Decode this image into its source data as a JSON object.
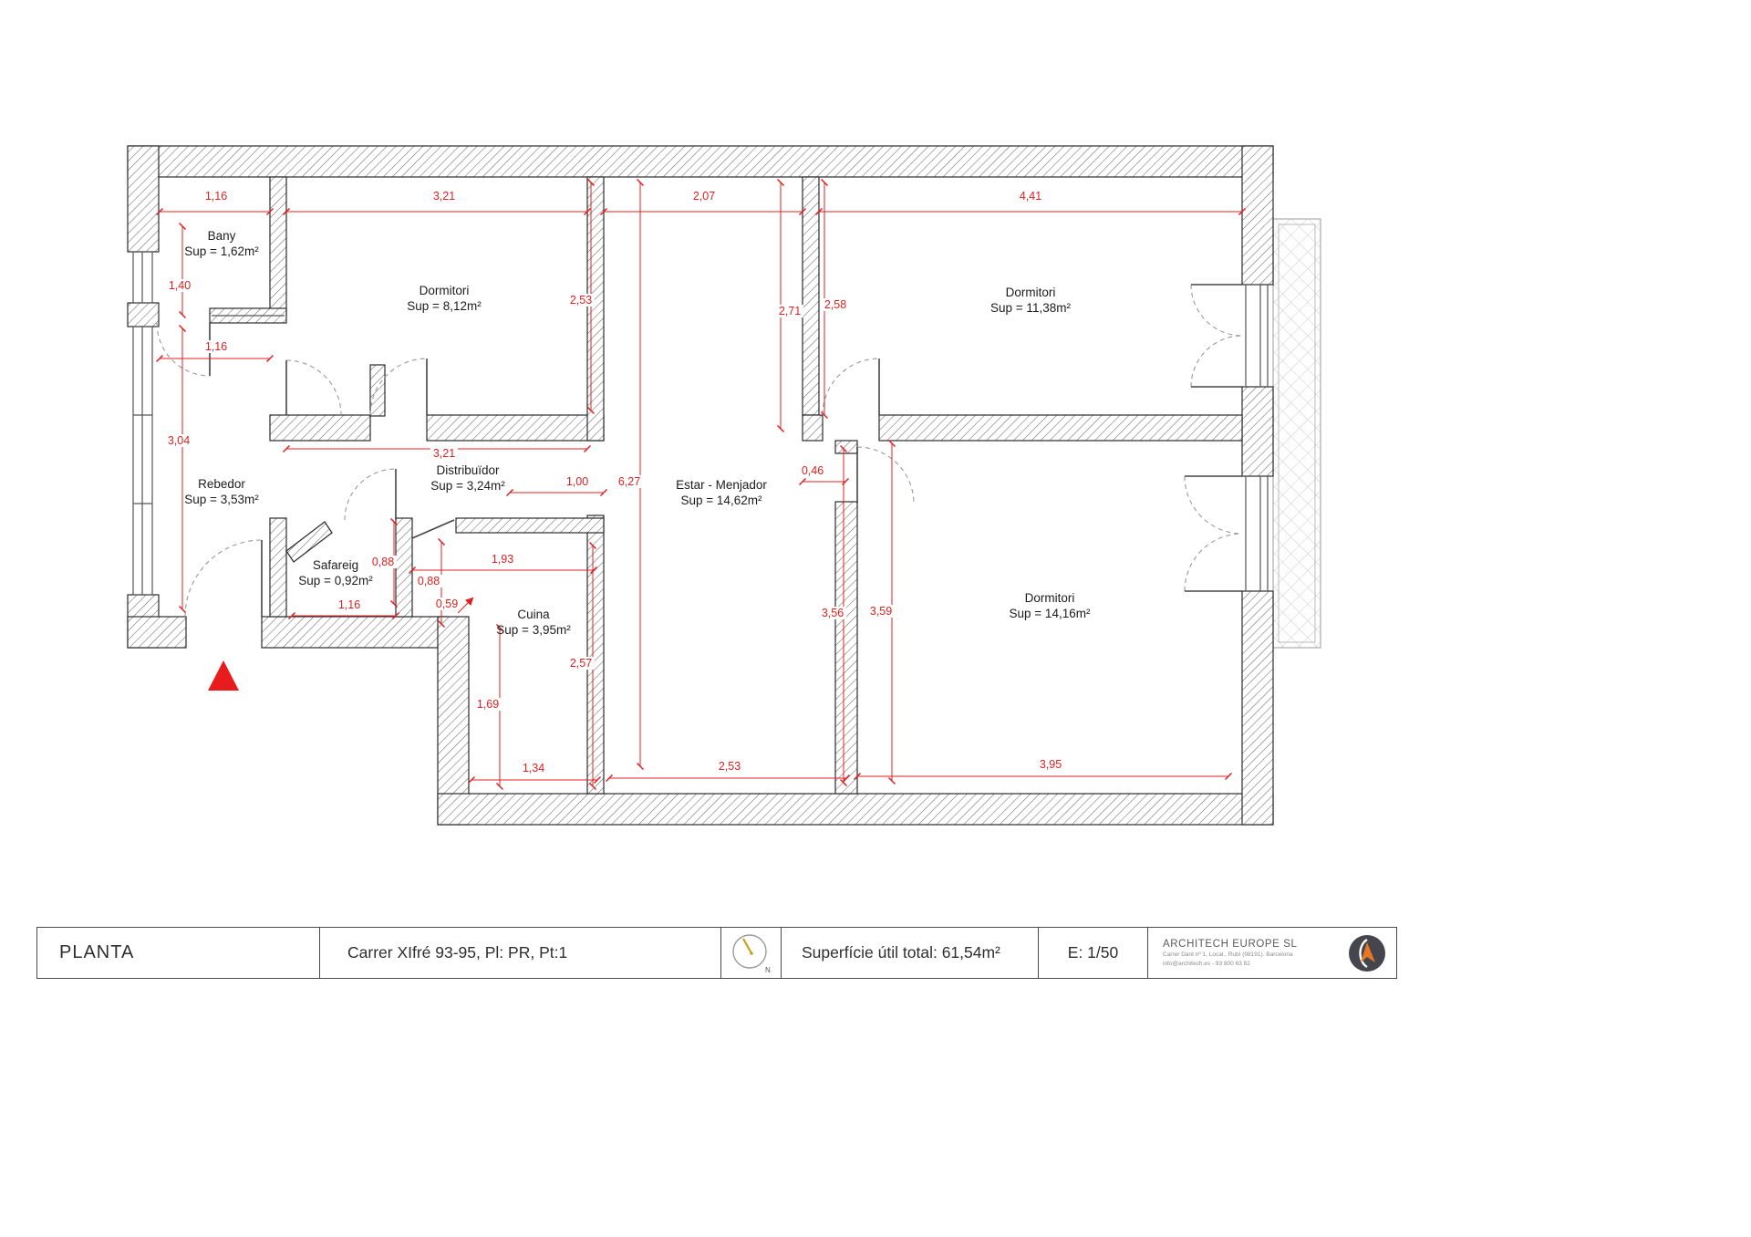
{
  "rooms": [
    {
      "name": "Bany",
      "area": "Sup = 1,62m²"
    },
    {
      "name": "Dormitori",
      "area": "Sup = 8,12m²"
    },
    {
      "name": "Dormitori",
      "area": "Sup = 11,38m²"
    },
    {
      "name": "Rebedor",
      "area": "Sup = 3,53m²"
    },
    {
      "name": "Distribuïdor",
      "area": "Sup = 3,24m²"
    },
    {
      "name": "Estar - Menjador",
      "area": "Sup = 14,62m²"
    },
    {
      "name": "Safareig",
      "area": "Sup = 0,92m²"
    },
    {
      "name": "Cuina",
      "area": "Sup = 3,95m²"
    },
    {
      "name": "Dormitori",
      "area": "Sup = 14,16m²"
    }
  ],
  "dims": [
    "1,16",
    "3,21",
    "2,07",
    "4,41",
    "1,40",
    "2,53",
    "2,71",
    "2,58",
    "1,16",
    "3,04",
    "3,21",
    "1,00",
    "6,27",
    "0,46",
    "0,88",
    "1,93",
    "0,88",
    "1,16",
    "0,59",
    "2,57",
    "1,69",
    "3,56",
    "3,59",
    "1,34",
    "2,53",
    "3,95"
  ],
  "titleblock": {
    "drawing_title": "PLANTA",
    "address": "Carrer XIfré 93-95, Pl: PR, Pt:1",
    "total_area": "Superfície útil total: 61,54m²",
    "scale": "E: 1/50",
    "company": "ARCHITECH EUROPE SL",
    "company_address": "Carrer Dant nº 1, Local., Rubí (08191). Barcelona",
    "company_contact": "info@architech.es - 93 800 63 82",
    "north_label": "N"
  },
  "colors": {
    "dimension_red": "#e02020",
    "entrance_marker_red": "#e81c1c",
    "compass_needle_gold": "#c8a020",
    "logo_accent_orange": "#e87722"
  }
}
